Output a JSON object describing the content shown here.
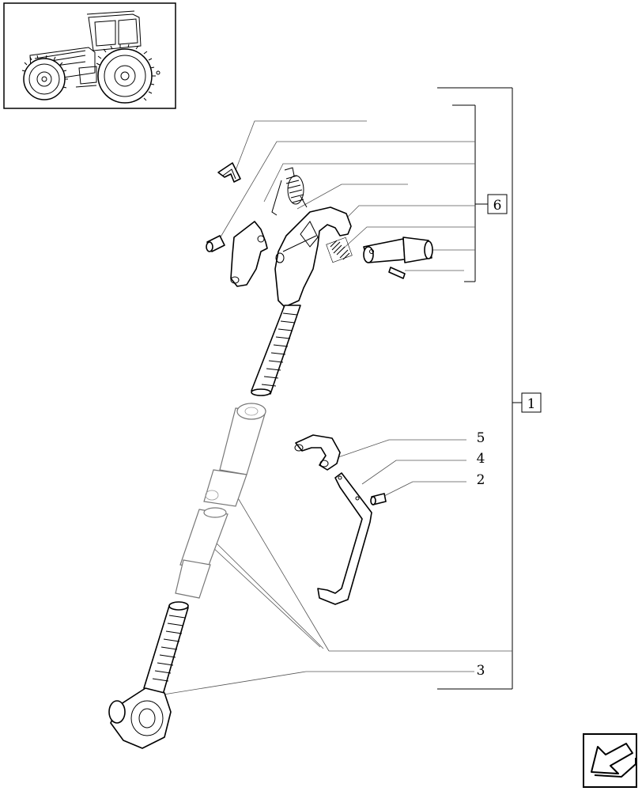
{
  "callouts": {
    "group_1": "1",
    "group_6": "6",
    "item_5": "5",
    "item_4": "4",
    "item_2": "2",
    "item_3": "3"
  },
  "icons": {
    "thumbnail": "tractor-thumbnail-icon",
    "navigation": "back-arrow-icon"
  }
}
